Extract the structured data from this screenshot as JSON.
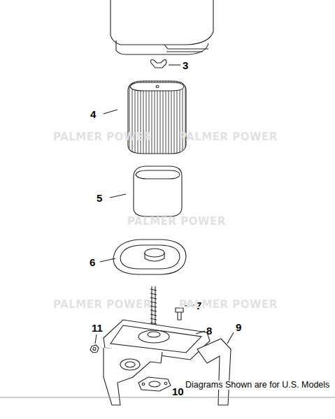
{
  "diagram": {
    "labels": [
      "3",
      "4",
      "5",
      "6",
      "7",
      "8",
      "9",
      "11",
      "10",
      "PALMER POWER",
      "PALMER POWER",
      "PALMER POWER",
      "PALMER POWER",
      "PALMER POWER",
      "Diagrams Shown are for U.S. Models"
    ]
  }
}
